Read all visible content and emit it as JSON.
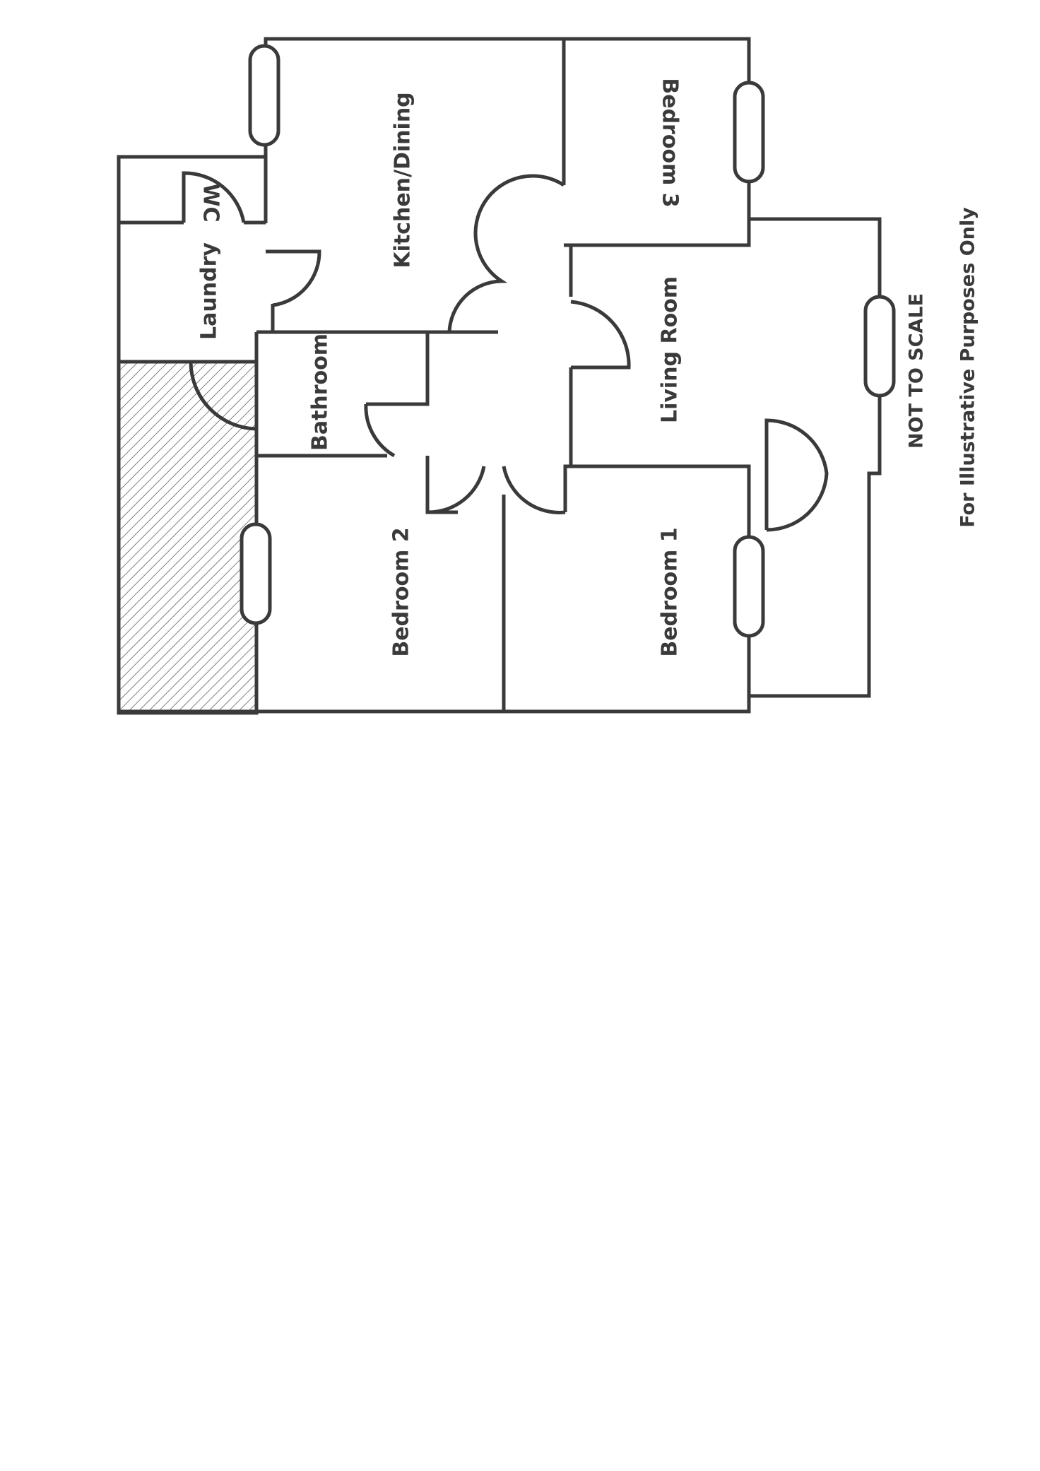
{
  "rooms": {
    "kitchen": "Kitchen/Dining",
    "bedroom3": "Bedroom 3",
    "wc": "WC",
    "laundry": "Laundry",
    "bathroom": "Bathroom",
    "living": "Living Room",
    "bedroom2": "Bedroom 2",
    "bedroom1": "Bedroom 1"
  },
  "notes": {
    "scale": "NOT TO SCALE",
    "disclaimer": "For Illustrative Purposes Only"
  },
  "colors": {
    "line": "#3a3a3a",
    "background": "#ffffff"
  }
}
